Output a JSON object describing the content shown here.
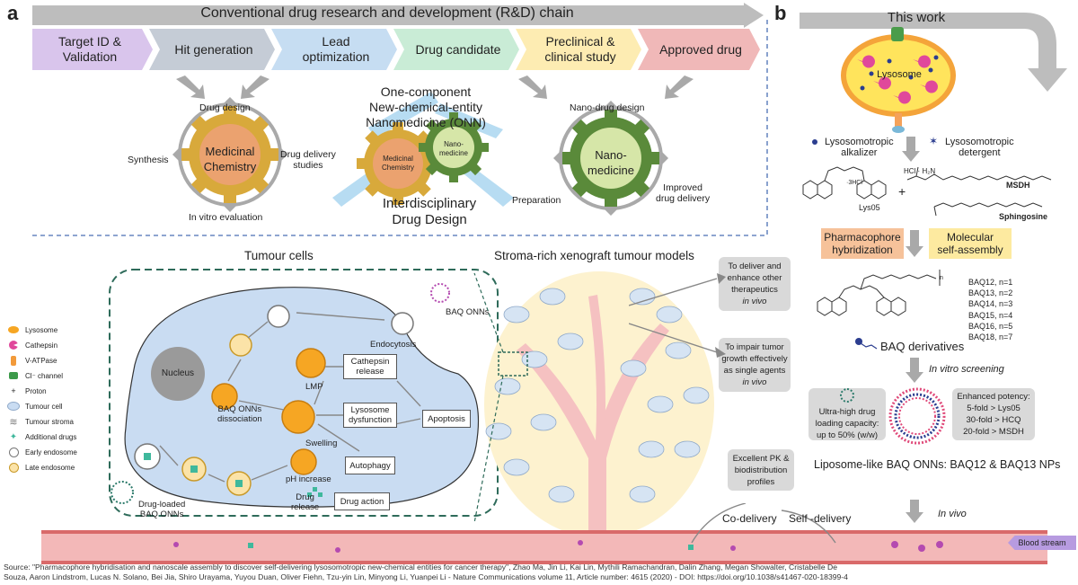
{
  "panel_a": {
    "letter": "a",
    "chain_title": "Conventional drug research and development (R&D) chain",
    "stages": [
      {
        "line1": "Target ID &",
        "line2": "Validation"
      },
      {
        "line1": "Hit generation",
        "line2": ""
      },
      {
        "line1": "Lead",
        "line2": "optimization"
      },
      {
        "line1": "Drug candidate",
        "line2": ""
      },
      {
        "line1": "Preclinical &",
        "line2": "clinical study"
      },
      {
        "line1": "Approved drug",
        "line2": ""
      }
    ],
    "medchem_gear": {
      "line1": "Medicinal",
      "line2": "Chemistry"
    },
    "medchem_labels": {
      "top": "Drug design",
      "left": "Synthesis",
      "right1": "Drug delivery",
      "right2": "studies",
      "bottom": "In vitro evaluation"
    },
    "onn_title": {
      "line1": "One-component",
      "line2": "New-chemical-entity",
      "line3": "Nanomedicine (ONN)"
    },
    "onn_gear_left": {
      "line1": "Medicinal",
      "line2": "Chemistry"
    },
    "onn_gear_right": {
      "line1": "Nano-",
      "line2": "medicine"
    },
    "interdisciplinary": {
      "line1": "Interdisciplinary",
      "line2": "Drug Design"
    },
    "nano_gear": {
      "line1": "Nano-",
      "line2": "medicine"
    },
    "nano_labels": {
      "top": "Nano-drug design",
      "left": "Preparation",
      "right1": "Improved",
      "right2": "drug delivery"
    }
  },
  "panel_b": {
    "letter": "b",
    "this_work": "This work",
    "lysosome": "Lysosome",
    "alkalizer": {
      "line1": "Lysosomotropic",
      "line2": "alkalizer"
    },
    "detergent": {
      "line1": "Lysosomotropic",
      "line2": "detergent"
    },
    "lys05": "Lys05",
    "hcl3": "·3HCl",
    "msdh": "MSDH",
    "msdh_prefix": "HCl · H₂N",
    "sphingosine": "Sphingosine",
    "plus": "+",
    "pharmacophore": {
      "line1": "Pharmacophore",
      "line2": "hybridization"
    },
    "self_assembly": {
      "line1": "Molecular",
      "line2": "self-assembly"
    },
    "baq_list": [
      "BAQ12,  n=1",
      "BAQ13,  n=2",
      "BAQ14,  n=3",
      "BAQ15,  n=4",
      "BAQ16,  n=5",
      "BAQ18,  n=7"
    ],
    "baq_n": "n",
    "baq_derivatives": "BAQ derivatives",
    "in_vitro_screening": "In vitro screening",
    "ultra_high": {
      "line1": "Ultra-high drug",
      "line2": "loading capacity:",
      "line3": "up to 50% (w/w)"
    },
    "enhanced": {
      "line1": "Enhanced potency:",
      "line2": "5-fold > Lys05",
      "line3": "30-fold > HCQ",
      "line4": "20-fold > MSDH"
    },
    "liposome_like": "Liposome-like BAQ ONNs: BAQ12 & BAQ13 NPs",
    "in_vivo": "In vivo"
  },
  "bottom": {
    "tumour_cells": "Tumour cells",
    "stroma_title": "Stroma-rich xenograft tumour models",
    "legend": [
      {
        "icon": "lysosome-icon",
        "label": "Lysosome"
      },
      {
        "icon": "cathepsin-icon",
        "label": "Cathepsin"
      },
      {
        "icon": "v-atpase-icon",
        "label": "V-ATPase"
      },
      {
        "icon": "cl-channel-icon",
        "label": "Cl⁻ channel"
      },
      {
        "icon": "proton-icon",
        "label": "Proton"
      },
      {
        "icon": "tumour-cell-icon",
        "label": "Tumour cell"
      },
      {
        "icon": "tumour-stroma-icon",
        "label": "Tumour stroma"
      },
      {
        "icon": "additional-drugs-icon",
        "label": "Additional drugs"
      },
      {
        "icon": "early-endosome-icon",
        "label": "Early endosome"
      },
      {
        "icon": "late-endosome-icon",
        "label": "Late endosome"
      }
    ],
    "nucleus": "Nucleus",
    "baq_onns": "BAQ ONNs",
    "endocytosis": "Endocytosis",
    "lmp": "LMP",
    "cathepsin_release": {
      "line1": "Cathepsin",
      "line2": "release"
    },
    "baq_dissociation": {
      "line1": "BAQ ONNs",
      "line2": "dissociation"
    },
    "swelling": "Swelling",
    "lysosome_dysfunction": {
      "line1": "Lysosome",
      "line2": "dysfunction"
    },
    "apoptosis": "Apoptosis",
    "ph_increase": "pH increase",
    "autophagy": "Autophagy",
    "drug_release": {
      "line1": "Drug",
      "line2": "release"
    },
    "drug_action": "Drug action",
    "drug_loaded": {
      "line1": "Drug-loaded",
      "line2": "BAQ ONNs"
    },
    "deliver_box": {
      "line1": "To deliver and",
      "line2": "enhance other",
      "line3": "therapeutics",
      "line4": "in vivo"
    },
    "impair_box": {
      "line1": "To impair tumor",
      "line2": "growth effectively",
      "line3": "as single agents",
      "line4": "in vivo"
    },
    "pk_box": {
      "line1": "Excellent PK &",
      "line2": "biodistribution",
      "line3": "profiles"
    },
    "co_delivery": "Co-delivery",
    "self_delivery": "Self -delivery",
    "blood_stream": "Blood stream"
  },
  "source": {
    "line1": "Source: \"Pharmacophore hybridisation and nanoscale assembly to discover self-delivering lysosomotropic new-chemical entities for cancer therapy\", Zhao Ma, Jin Li, Kai Lin, Mythili Ramachandran, Dalin Zhang, Megan Showalter, Cristabelle De",
    "line2": "Souza, Aaron Lindstrom, Lucas N. Solano, Bei Jia, Shiro Urayama, Yuyou Duan, Oliver Fiehn, Tzu-yin Lin, Minyong Li, Yuanpei Li - Nature Communications volume 11, Article number: 4615 (2020) - DOI: https://doi.org/10.1038/s41467-020-18399-4"
  },
  "colors": {
    "stage1": "#d9c5ec",
    "stage2": "#c5ccd6",
    "stage3": "#c6ddf2",
    "stage4": "#c9ecd6",
    "stage5": "#fdecb2",
    "stage6": "#f0b8b8",
    "gear_gold": "#d8a93b",
    "gear_green": "#5a8a3a",
    "core_orange": "#eba26f",
    "cell_blue": "#c9dcf2",
    "lysosome_orange": "#f6a623",
    "cathepsin_pink": "#e0489b",
    "vessel_red": "#f3b8b8",
    "stroma_yellow": "#fdf2cf"
  }
}
